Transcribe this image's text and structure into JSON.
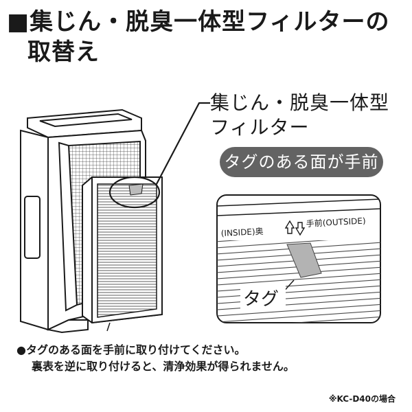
{
  "heading": {
    "line1": "■集じん・脱臭一体型フィルターの",
    "line2": "取替え"
  },
  "callout": {
    "line1": "集じん・脱臭一体型",
    "line2": "フィルター"
  },
  "pill_label": "タグのある面が手前",
  "zoom": {
    "inside_label": "(INSIDE)奥",
    "outside_label": "手前(OUTSIDE)",
    "tag_label": "タグ"
  },
  "note": {
    "line1": "●タグのある面を手前に取り付けてください。",
    "line2": "裏表を逆に取り付けると、清浄効果が得られません。"
  },
  "model_note": "※KC-D40の場合",
  "colors": {
    "pill_bg": "#636363",
    "tag_fill": "#b3b3b3",
    "line": "#1a1a1a"
  }
}
